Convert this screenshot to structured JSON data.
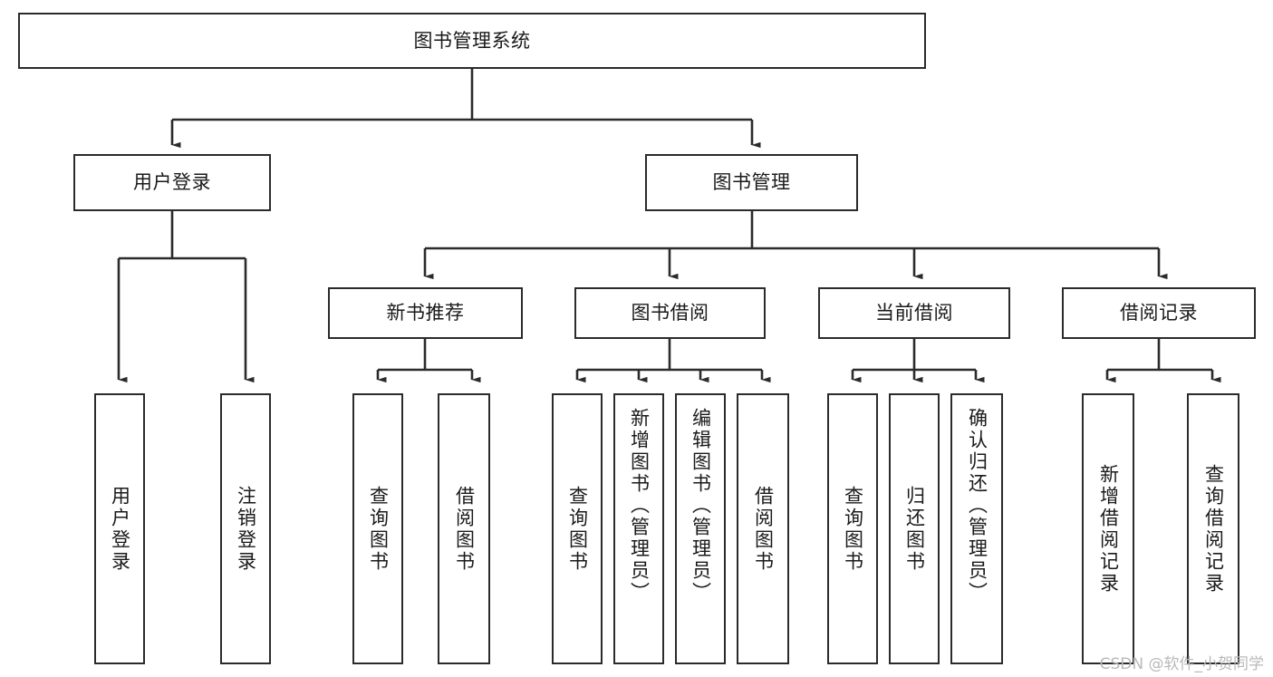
{
  "diagram": {
    "type": "tree-hierarchy-diagram",
    "title": "图书管理系统",
    "orientation": "top-down",
    "colors": {
      "box_border": "#2b2b2b",
      "box_fill": "#ffffff",
      "connector": "#2b2b2b",
      "text": "#1a1a1a",
      "watermark": "#b9b9b9",
      "background": "#ffffff"
    },
    "levels": [
      {
        "level": 1,
        "nodes": [
          {
            "id": "root",
            "label": "图书管理系统",
            "text_direction": "horizontal"
          }
        ]
      },
      {
        "level": 2,
        "nodes": [
          {
            "id": "user-login",
            "label": "用户登录",
            "text_direction": "horizontal",
            "parent": "root"
          },
          {
            "id": "book-manage",
            "label": "图书管理",
            "text_direction": "horizontal",
            "parent": "root"
          }
        ]
      },
      {
        "level": 3,
        "nodes": [
          {
            "id": "new-book-rec",
            "label": "新书推荐",
            "text_direction": "horizontal",
            "parent": "book-manage"
          },
          {
            "id": "book-borrow",
            "label": "图书借阅",
            "text_direction": "horizontal",
            "parent": "book-manage"
          },
          {
            "id": "current-borrow",
            "label": "当前借阅",
            "text_direction": "horizontal",
            "parent": "book-manage"
          },
          {
            "id": "borrow-record",
            "label": "借阅记录",
            "text_direction": "horizontal",
            "parent": "book-manage"
          }
        ]
      },
      {
        "level": 4,
        "nodes": [
          {
            "id": "leaf-user-login",
            "label": "用户登录",
            "text_direction": "vertical",
            "parent": "user-login"
          },
          {
            "id": "leaf-logout",
            "label": "注销登录",
            "text_direction": "vertical",
            "parent": "user-login"
          },
          {
            "id": "leaf-query-book-1",
            "label": "查询图书",
            "text_direction": "vertical",
            "parent": "new-book-rec"
          },
          {
            "id": "leaf-borrow-book-1",
            "label": "借阅图书",
            "text_direction": "vertical",
            "parent": "new-book-rec"
          },
          {
            "id": "leaf-query-book-2",
            "label": "查询图书",
            "text_direction": "vertical",
            "parent": "book-borrow"
          },
          {
            "id": "leaf-add-book",
            "label": "新增图书（管理员）",
            "text_direction": "vertical",
            "parent": "book-borrow"
          },
          {
            "id": "leaf-edit-book",
            "label": "编辑图书（管理员）",
            "text_direction": "vertical",
            "parent": "book-borrow"
          },
          {
            "id": "leaf-borrow-book-2",
            "label": "借阅图书",
            "text_direction": "vertical",
            "parent": "book-borrow"
          },
          {
            "id": "leaf-query-book-3",
            "label": "查询图书",
            "text_direction": "vertical",
            "parent": "current-borrow"
          },
          {
            "id": "leaf-return-book",
            "label": "归还图书",
            "text_direction": "vertical",
            "parent": "current-borrow"
          },
          {
            "id": "leaf-confirm-return",
            "label": "确认归还（管理员）",
            "text_direction": "vertical",
            "parent": "current-borrow"
          },
          {
            "id": "leaf-add-record",
            "label": "新增借阅记录",
            "text_direction": "vertical",
            "parent": "borrow-record"
          },
          {
            "id": "leaf-query-record",
            "label": "查询借阅记录",
            "text_direction": "vertical",
            "parent": "borrow-record"
          }
        ]
      }
    ]
  },
  "watermark": {
    "text": "CSDN @软件_小贺同学"
  }
}
